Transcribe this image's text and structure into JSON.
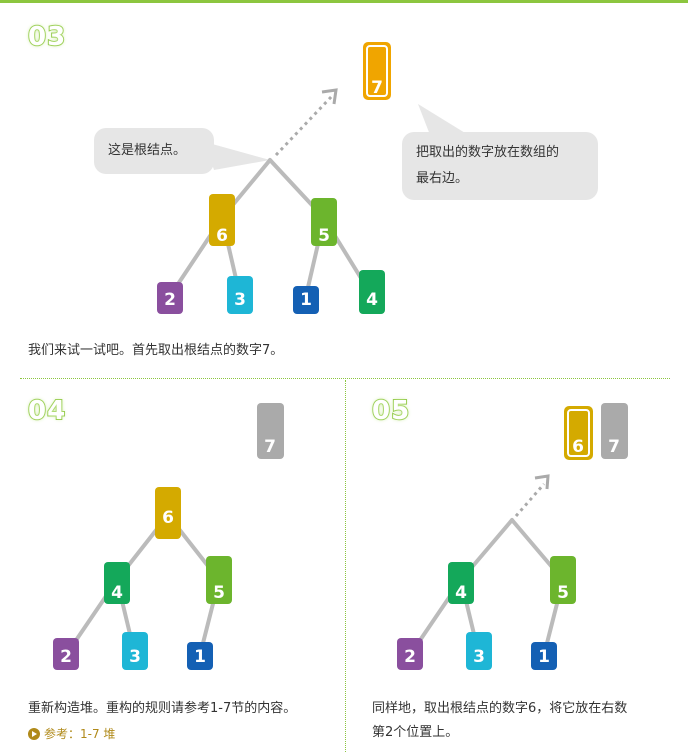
{
  "steps": [
    {
      "number": "03",
      "bubble_root": "这是根结点。",
      "bubble_right": [
        "把取出的数字放在数组的",
        "最右边。"
      ],
      "caption": "我们来试一试吧。首先取出根结点的数字7。",
      "nodes": [
        "7",
        "6",
        "5",
        "2",
        "3",
        "1",
        "4"
      ]
    },
    {
      "number": "04",
      "caption": "重新构造堆。重构的规则请参考1-7节的内容。",
      "reference": "参考：1-7 堆",
      "nodes": [
        "7",
        "6",
        "4",
        "5",
        "2",
        "3",
        "1"
      ]
    },
    {
      "number": "05",
      "caption": [
        "同样地，取出根结点的数字6，将它放在右数",
        "第2个位置上。"
      ],
      "nodes": [
        "6",
        "7",
        "4",
        "5",
        "2",
        "3",
        "1"
      ]
    }
  ],
  "colors": {
    "accent_green": "#8cc63f",
    "node_orange": "#f0a500",
    "node_gold": "#d4aa00",
    "node_lime": "#6cb52d",
    "node_green": "#14a85a",
    "node_purple": "#8a4f9e",
    "node_cyan": "#1eb6d6",
    "node_blue": "#1460b4",
    "node_gray": "#aaaaaa",
    "edge_gray": "#bbbbbb"
  }
}
